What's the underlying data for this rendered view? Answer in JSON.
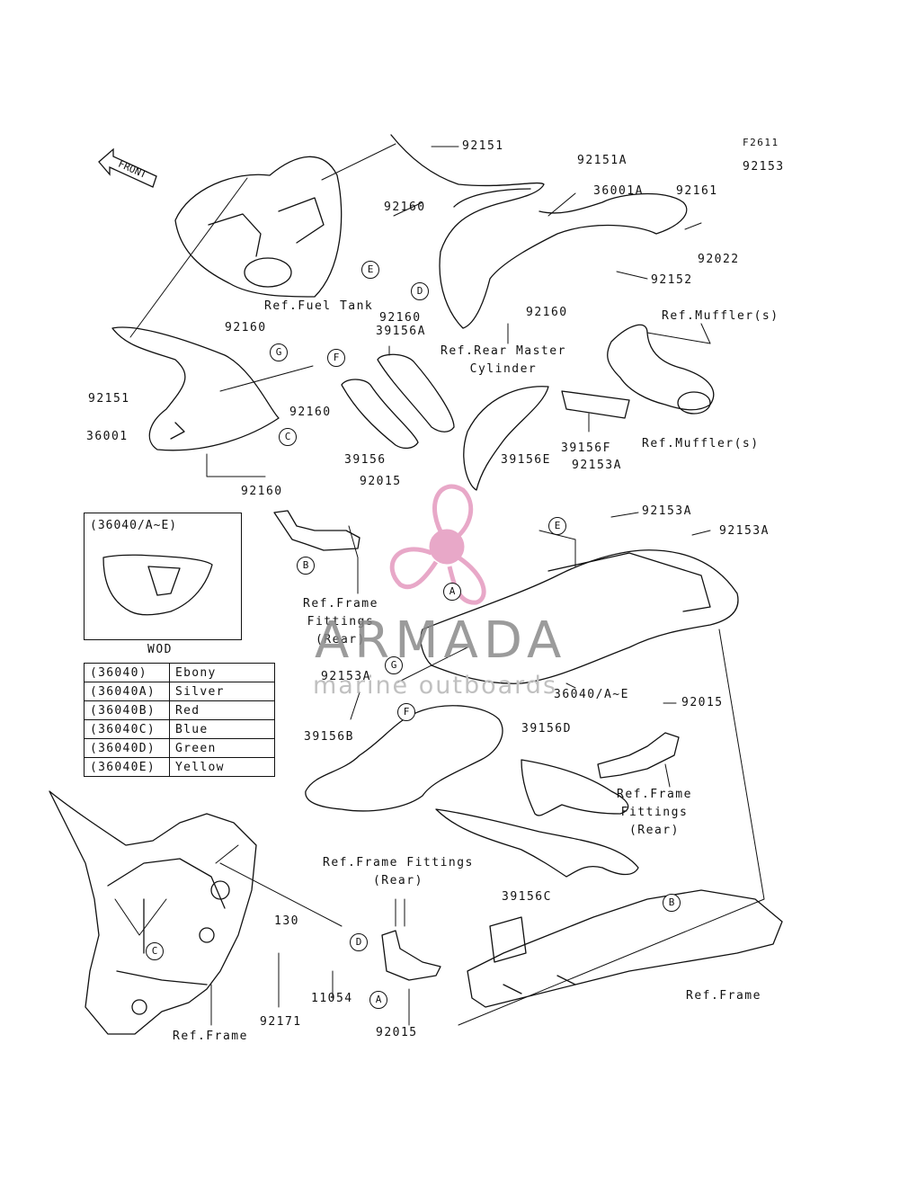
{
  "figure_code": "F2611",
  "front_label": "FRONT",
  "colors": {
    "line": "#111111",
    "watermark_pink": "#e8a8c8",
    "watermark_gray": "#8a8a8a"
  },
  "watermark": {
    "brand": "ARMADA",
    "tagline": "marine outboards"
  },
  "part_labels": [
    "92151",
    "92151A",
    "36001A",
    "92153",
    "92161",
    "92022",
    "92160",
    "92152",
    "Ref.Fuel Tank",
    "92160",
    "39156A",
    "Ref.Rear Master\nCylinder",
    "92160",
    "Ref.Muffler(s)",
    "92160",
    "92151",
    "92160",
    "36001",
    "39156",
    "39156E",
    "39156F",
    "Ref.Muffler(s)",
    "92160",
    "92153A",
    "92015",
    "92153A",
    "92153A",
    "Ref.Frame\nFittings\n(Rear)",
    "92153A",
    "36040/A~E",
    "92015",
    "39156B",
    "39156D",
    "Ref.Frame\nFittings\n(Rear)",
    "Ref.Frame Fittings\n(Rear)",
    "39156C",
    "130",
    "11054",
    "92171",
    "92015",
    "Ref.Frame",
    "Ref.Frame"
  ],
  "callouts": [
    "E",
    "D",
    "G",
    "F",
    "C",
    "B",
    "E",
    "A",
    "G",
    "F",
    "C",
    "D",
    "A",
    "B"
  ],
  "variant_box": {
    "title": "(36040/A~E)",
    "caption": "WOD"
  },
  "color_table": [
    {
      "code": "(36040)",
      "name": "Ebony"
    },
    {
      "code": "(36040A)",
      "name": "Silver"
    },
    {
      "code": "(36040B)",
      "name": "Red"
    },
    {
      "code": "(36040C)",
      "name": "Blue"
    },
    {
      "code": "(36040D)",
      "name": "Green"
    },
    {
      "code": "(36040E)",
      "name": "Yellow"
    }
  ]
}
